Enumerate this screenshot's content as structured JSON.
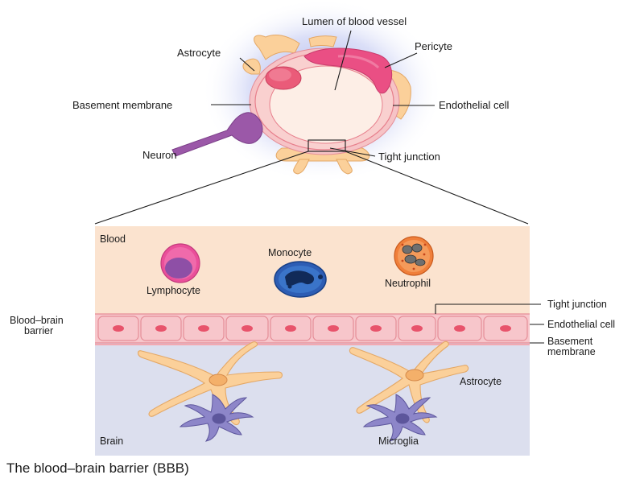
{
  "caption": "The blood–brain barrier (BBB)",
  "top_labels": {
    "lumen": "Lumen of blood vessel",
    "pericyte": "Pericyte",
    "astrocyte": "Astrocyte",
    "basement_membrane": "Basement membrane",
    "endothelial_cell": "Endothelial cell",
    "neuron": "Neuron",
    "tight_junction": "Tight junction"
  },
  "bottom_labels": {
    "blood": "Blood",
    "brain": "Brain",
    "lymphocyte": "Lymphocyte",
    "monocyte": "Monocyte",
    "neutrophil": "Neutrophil",
    "bbb_line1": "Blood–brain",
    "bbb_line2": "barrier",
    "tight_junction": "Tight junction",
    "endothelial_cell": "Endothelial cell",
    "basement_membrane_line1": "Basement",
    "basement_membrane_line2": "membrane",
    "astrocyte": "Astrocyte",
    "microglia": "Microglia"
  },
  "colors": {
    "blood_bg": "#fbe3cf",
    "brain_bg": "#dcdfee",
    "endothelial": "#f7c6cb",
    "nucleus": "#e8536b",
    "astrocyte": "#fbd09a",
    "pericyte": "#ea4f84",
    "neuron": "#9b58a8",
    "microglia": "#8d86c9"
  }
}
